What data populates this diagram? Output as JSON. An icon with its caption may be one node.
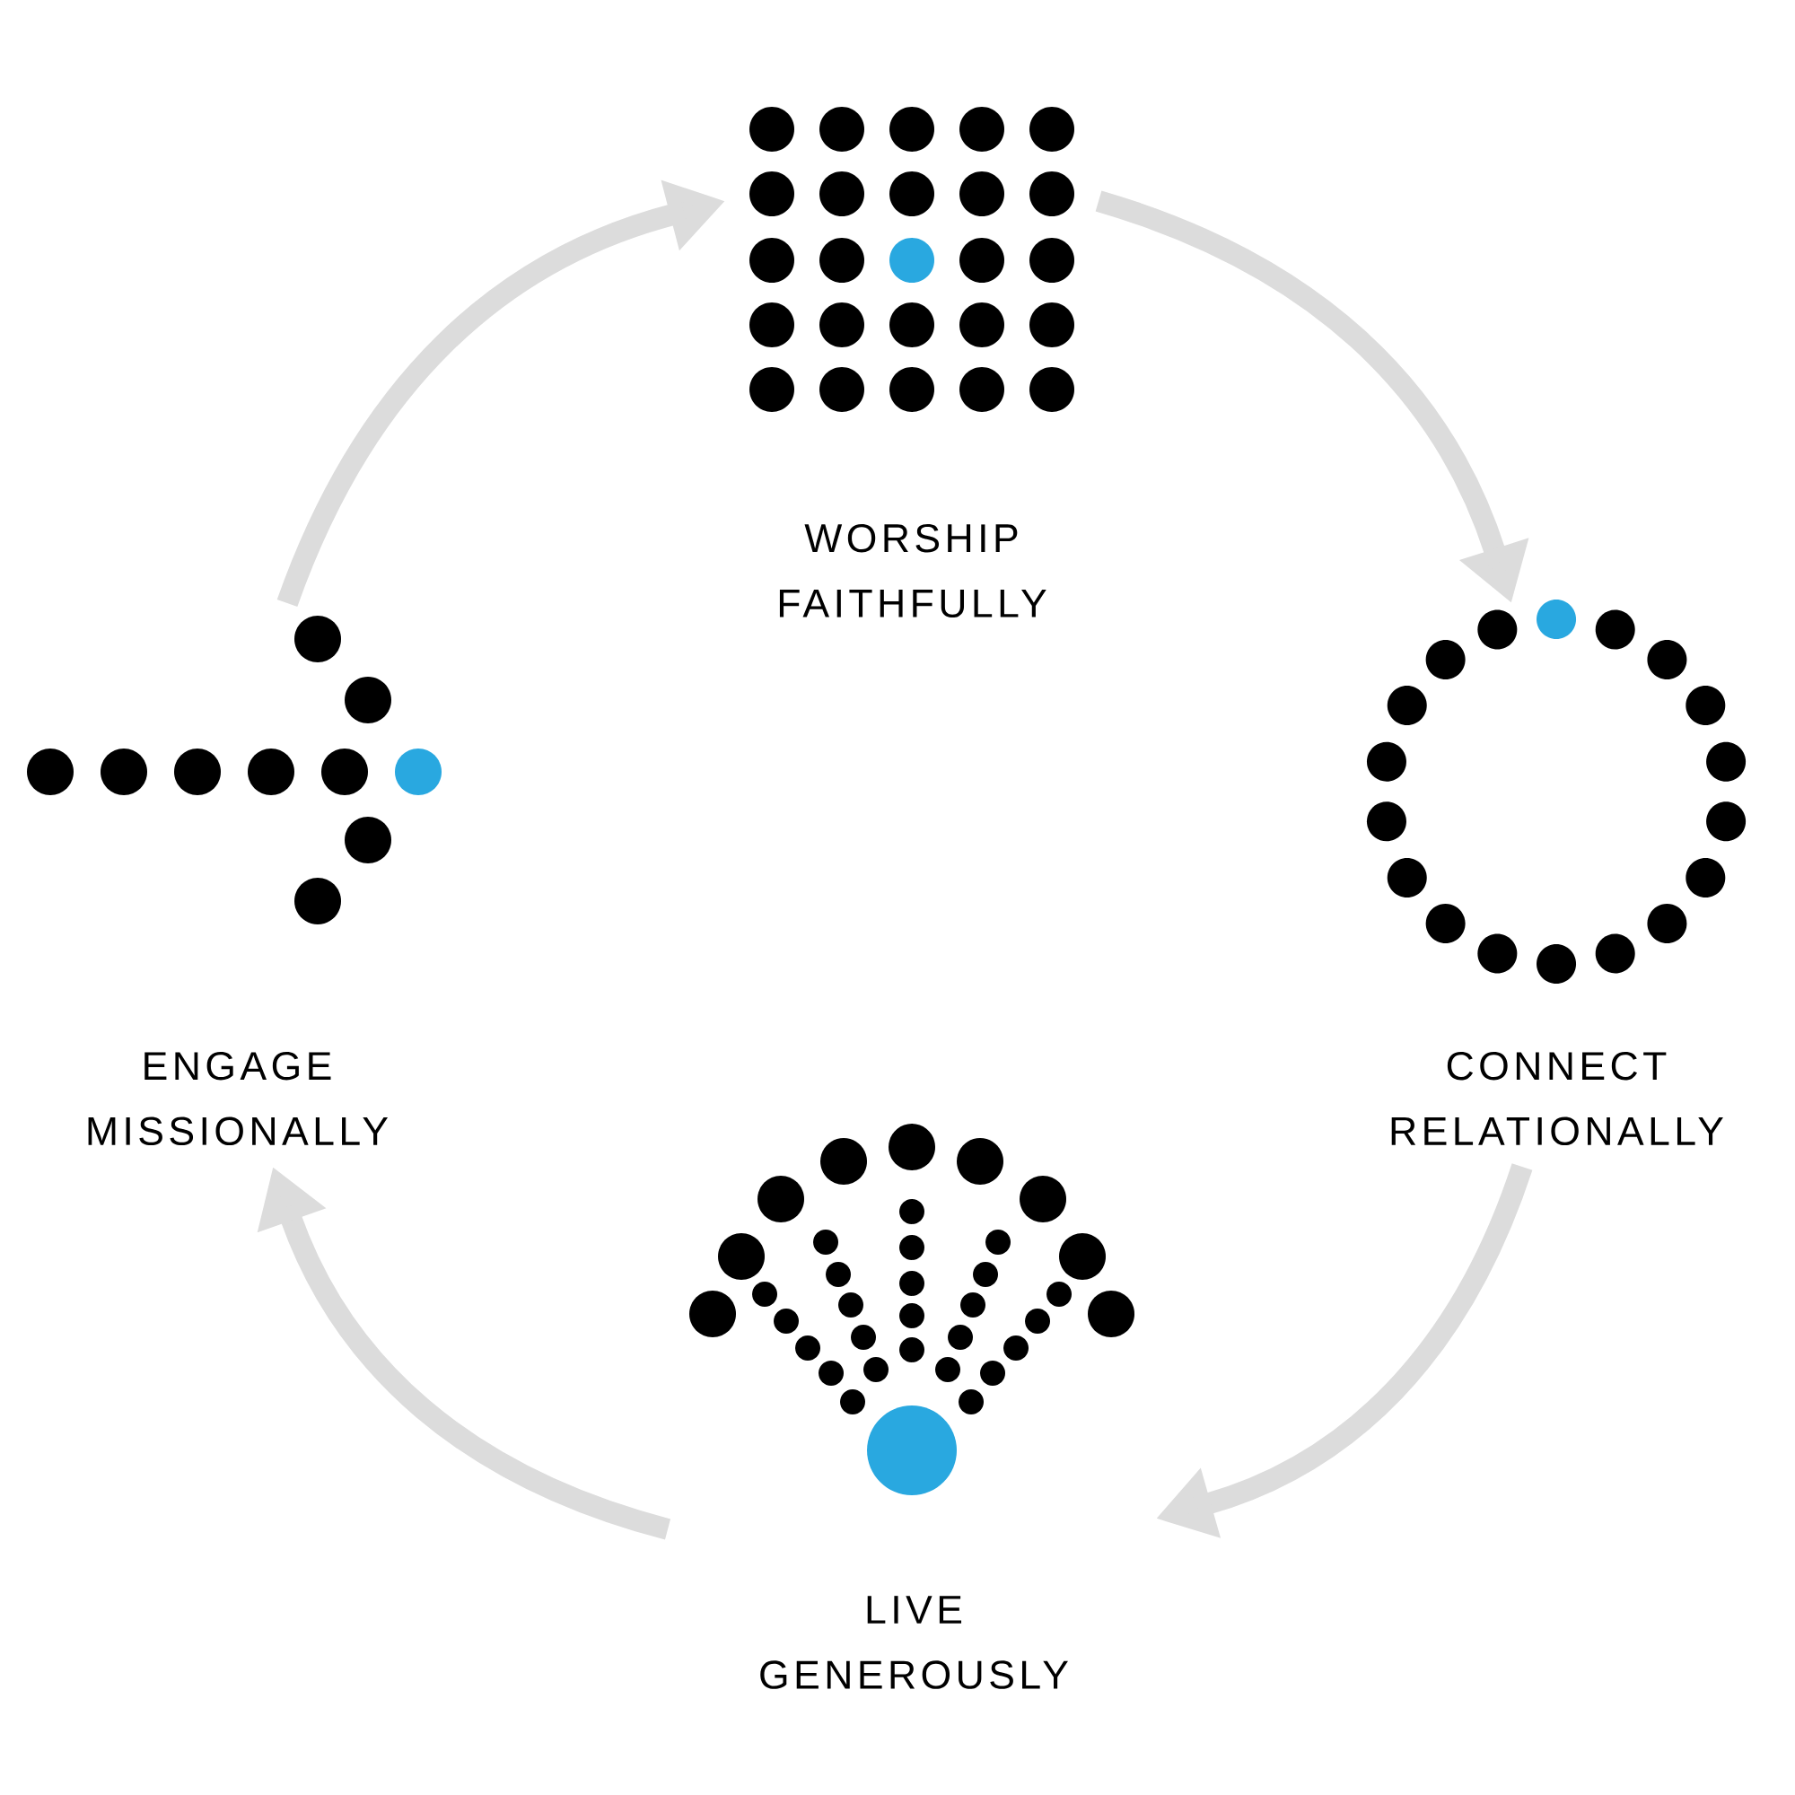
{
  "diagram": {
    "nodes": [
      {
        "text": [
          "WORSHIP FAITHFULLY"
        ]
      },
      {
        "text": [
          "CONNECT RELATIONALLY"
        ]
      },
      {
        "text": [
          "LIVE GENEROUSLY"
        ]
      },
      {
        "text": [
          "ENGAGE MISSIONALLY"
        ]
      }
    ],
    "edges": [
      {
        "from": 0,
        "to": 1,
        "arrow": "to"
      },
      {
        "from": 1,
        "to": 2,
        "arrow": "to"
      },
      {
        "from": 2,
        "to": 3,
        "arrow": "to"
      },
      {
        "from": 3,
        "to": 0,
        "arrow": "to"
      }
    ]
  }
}
